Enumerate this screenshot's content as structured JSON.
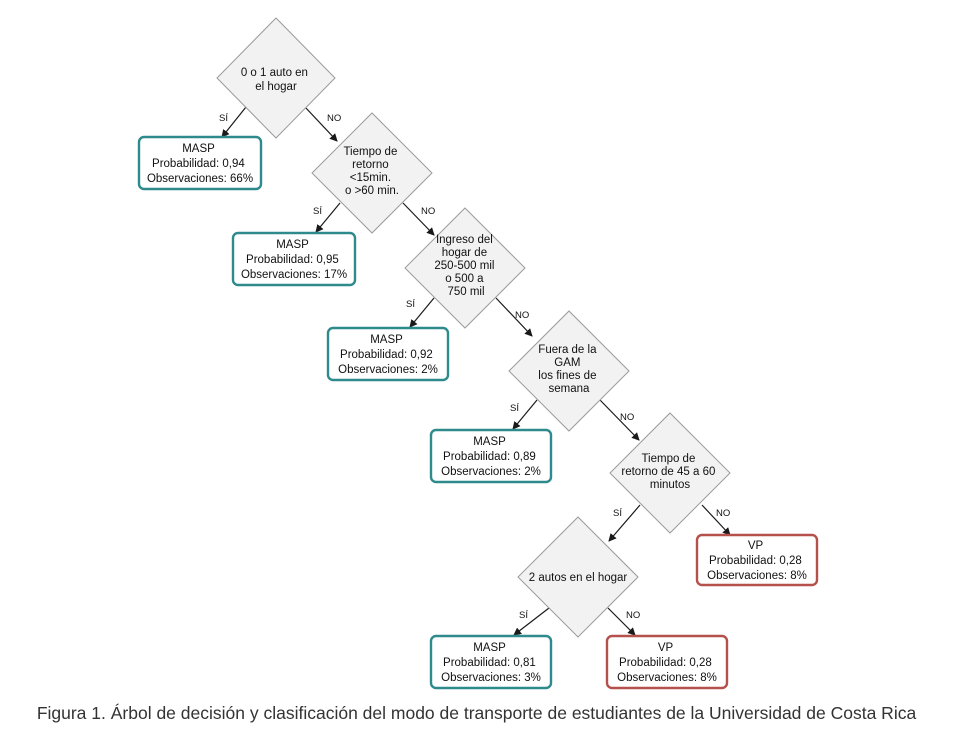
{
  "decisions": [
    {
      "lines": [
        "0 o 1 auto en",
        "el hogar"
      ]
    },
    {
      "lines": [
        "Tiempo de",
        "retorno",
        "<15min.",
        "o >60 min."
      ]
    },
    {
      "lines": [
        "Ingreso del",
        "hogar de",
        "250-500 mil",
        "o 500 a",
        "750 mil"
      ]
    },
    {
      "lines": [
        "Fuera de la",
        "GAM",
        "los fines de",
        "semana"
      ]
    },
    {
      "lines": [
        "Tiempo de",
        "retorno de 45 a 60",
        "minutos"
      ]
    },
    {
      "lines": [
        "2 autos en el hogar"
      ]
    }
  ],
  "leaves": [
    {
      "mode": "MASP",
      "probability": "Probabilidad: 0,94",
      "observations": "Observaciones: 66%",
      "color": "#2e8a8c"
    },
    {
      "mode": "MASP",
      "probability": "Probabilidad: 0,95",
      "observations": "Observaciones: 17%",
      "color": "#2e8a8c"
    },
    {
      "mode": "MASP",
      "probability": "Probabilidad: 0,92",
      "observations": "Observaciones: 2%",
      "color": "#2e8a8c"
    },
    {
      "mode": "MASP",
      "probability": "Probabilidad: 0,89",
      "observations": "Observaciones: 2%",
      "color": "#2e8a8c"
    },
    {
      "mode": "VP",
      "probability": "Probabilidad: 0,28",
      "observations": "Observaciones: 8%",
      "color": "#b5514c"
    },
    {
      "mode": "MASP",
      "probability": "Probabilidad: 0,81",
      "observations": "Observaciones: 3%",
      "color": "#2e8a8c"
    },
    {
      "mode": "VP",
      "probability": "Probabilidad: 0,28",
      "observations": "Observaciones: 8%",
      "color": "#b5514c"
    }
  ],
  "edge_labels": {
    "yes": "SÍ",
    "no": "NO"
  },
  "caption": "Figura 1. Árbol de decisión y clasificación del modo de transporte de estudiantes de la Universidad de Costa Rica"
}
